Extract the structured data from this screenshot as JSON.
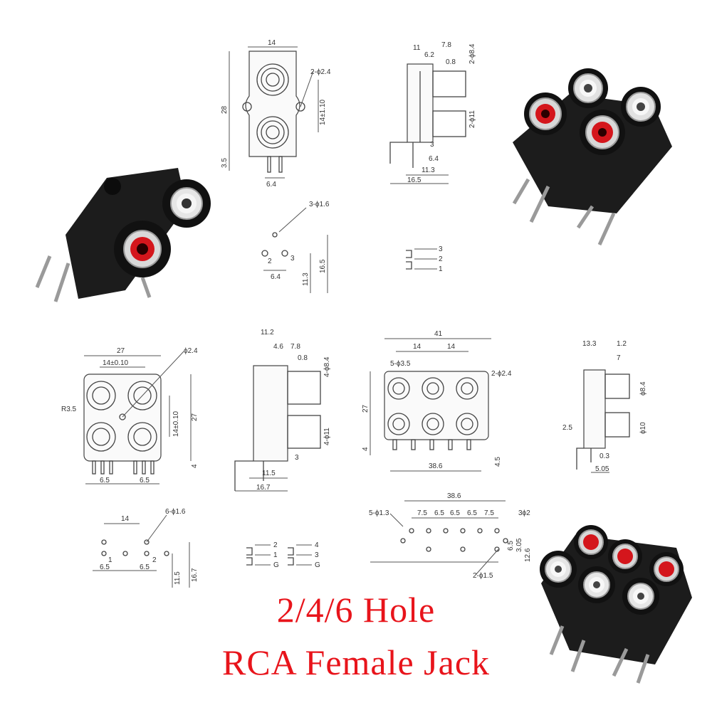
{
  "title": {
    "line1": "2/4/6 Hole",
    "line2": "RCA Female Jack"
  },
  "colors": {
    "title": "#e8141b",
    "jack_red": "#d4161c",
    "jack_white": "#f2f2f2",
    "body": "#1c1c1c"
  },
  "two_hole": {
    "front": {
      "width": "14",
      "height": "28",
      "hole_spacing": "14±1.10",
      "mount_holes": "2-ϕ2.4",
      "pin_length": "3.5",
      "pin_spacing": "6.4"
    },
    "side": {
      "d1": "11",
      "d2": "7.8",
      "d3": "6.2",
      "d4": "0.8",
      "d5": "2-ϕ8.4",
      "d6": "2-ϕ11",
      "d7": "3",
      "d8": "6.4",
      "d9": "11.3",
      "d10": "16.5"
    },
    "pcb": {
      "holes": "3-ϕ1.6",
      "pin2": "2",
      "pin3": "3",
      "spacing": "6.4",
      "h1": "11.3",
      "h2": "16.5"
    },
    "schematic": {
      "p3": "3",
      "p2": "2",
      "p1": "1"
    }
  },
  "four_hole": {
    "front": {
      "width": "27",
      "hole_spacing_h": "14±0.10",
      "mount_hole": "ϕ2.4",
      "radius": "R3.5",
      "hole_spacing_v": "14±0.10",
      "height": "27",
      "pin_length": "4",
      "pin_left": "6.5",
      "pin_right": "6.5"
    },
    "side": {
      "d1": "11.2",
      "d2": "4.6",
      "d3": "7.8",
      "d4": "4-ϕ8.4",
      "d5": "0.8",
      "d6": "4-ϕ11",
      "d7": "3",
      "d8": "11.5",
      "d9": "16.7"
    },
    "pcb": {
      "width": "14",
      "holes": "6-ϕ1.6",
      "p1": "1",
      "p2": "2",
      "d1": "6.5",
      "d2": "6.5",
      "h1": "11.5",
      "h2": "16.7"
    },
    "schematic_a": {
      "p2": "2",
      "p1": "1",
      "pg": "G"
    },
    "schematic_b": {
      "p4": "4",
      "p3": "3",
      "pg": "G"
    }
  },
  "six_hole": {
    "front": {
      "width": "41",
      "sp1": "14",
      "sp2": "14",
      "holes": "5-ϕ3.5",
      "mount": "2-ϕ2.4",
      "height": "27",
      "pin_length": "4",
      "pin_span": "38.6",
      "pin_side": "4.5"
    },
    "side": {
      "d1": "13.3",
      "d2": "1.2",
      "d3": "7",
      "d4": "ϕ8.4",
      "d5": "ϕ10",
      "d6": "2.5",
      "d7": "0.3",
      "d8": "5.05"
    },
    "pcb": {
      "width": "38.6",
      "p1": "7.5",
      "p2": "6.5",
      "p3": "6.5",
      "p4": "6.5",
      "p5": "7.5",
      "left_holes": "5-ϕ1.3",
      "right_holes": "3ϕ2",
      "bottom_holes": "2-ϕ1.5",
      "h1": "3.05",
      "h2": "12.6",
      "h3": "6.5"
    }
  }
}
